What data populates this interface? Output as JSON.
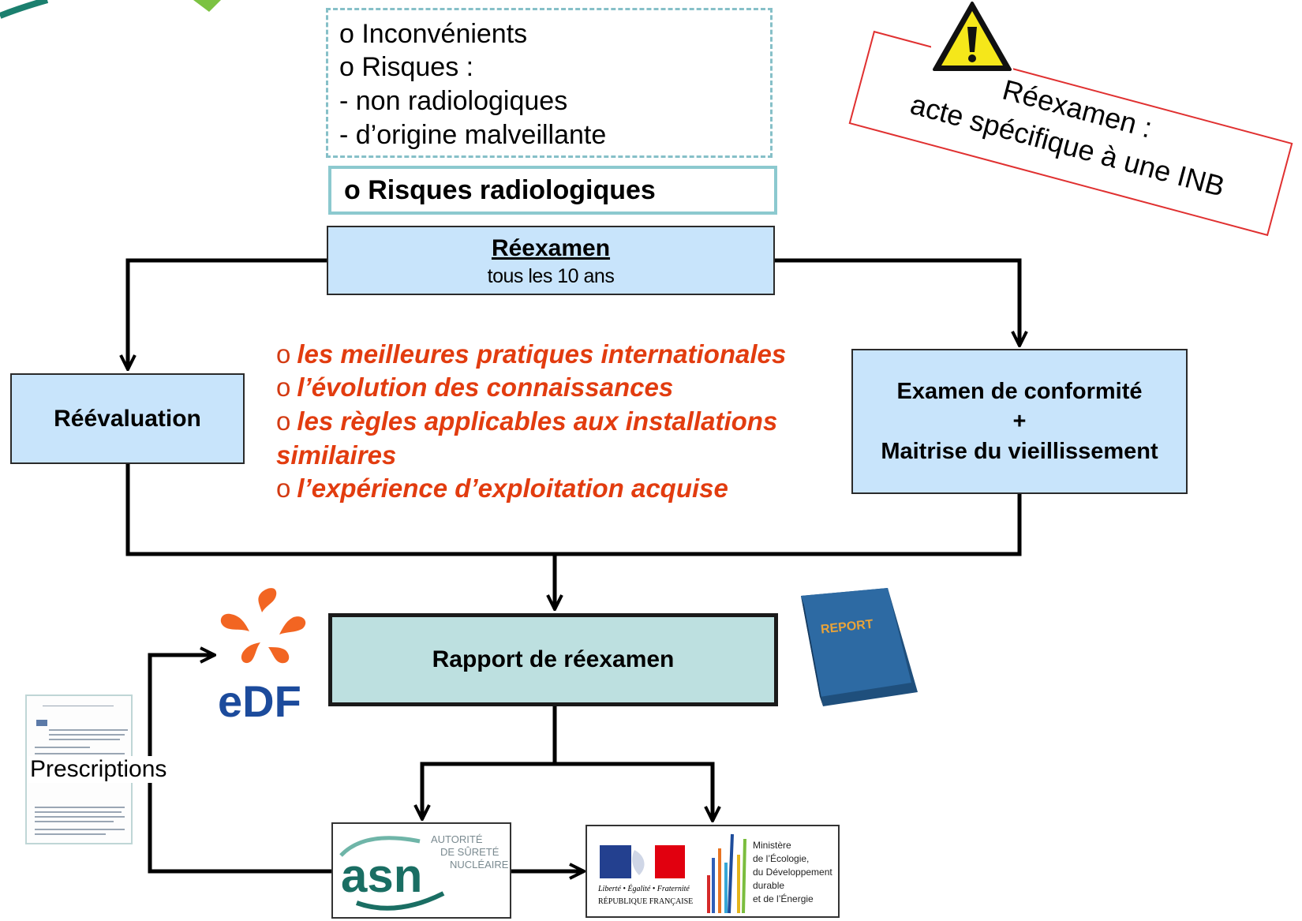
{
  "top_box": {
    "lines": [
      "o Inconvénients",
      "o Risques :",
      "- non radiologiques",
      "- d’origine malveillante"
    ]
  },
  "radiological_box": {
    "label": "o Risques radiologiques"
  },
  "reexamen": {
    "title": "Réexamen",
    "subtitle": "tous les 10 ans"
  },
  "reevaluation": {
    "label": "Réévaluation"
  },
  "conformity": {
    "line1": "Examen de conformité",
    "line2": "+",
    "line3": "Maitrise du vieillissement"
  },
  "criteria": {
    "bullet": "o",
    "items": [
      "les meilleures pratiques internationales",
      "l’évolution des connaissances",
      "les règles applicables aux installations",
      "l’expérience d’exploitation  acquise"
    ],
    "continuation": "similaires"
  },
  "rapport": {
    "label": "Rapport de réexamen"
  },
  "warning_note": {
    "line1": "Réexamen :",
    "line2": "acte spécifique à une INB"
  },
  "prescriptions": {
    "label": "Prescriptions"
  },
  "logos": {
    "edf": "eDF",
    "report": "REPORT",
    "asn": "asn",
    "asn_text": [
      "AUTORITÉ",
      "DE SÛRETÉ",
      "NUCLÉAIRE"
    ],
    "republique_motto": "Liberté • Égalité • Fraternité",
    "republique_name": "RÉPUBLIQUE FRANÇAISE",
    "ministry_lines": [
      "Ministère",
      "de l’Écologie,",
      "du Développement",
      "durable",
      "et de l’Énergie"
    ]
  },
  "colors": {
    "box_blue": "#c8e4fb",
    "box_teal": "#bde0e0",
    "accent_red": "#e23c0f",
    "dashed_border": "#86c0c8",
    "edf_orange": "#f26522",
    "edf_blue": "#1c4b9c"
  }
}
